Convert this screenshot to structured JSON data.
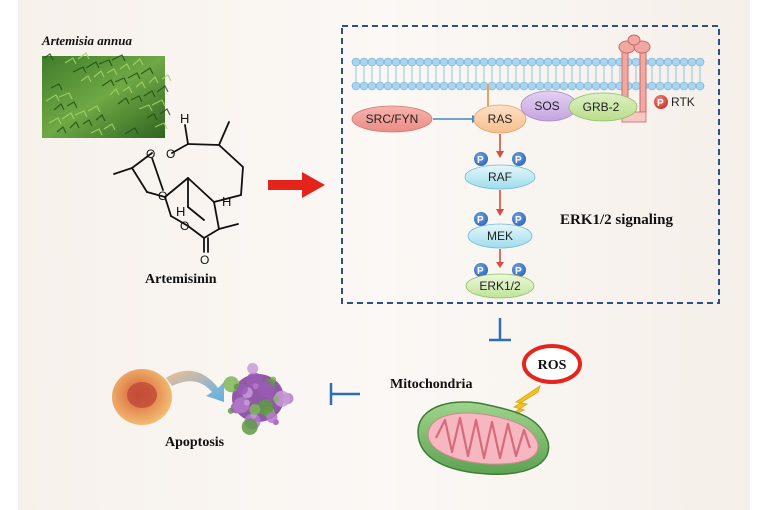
{
  "plant": {
    "name": "Artemisia annua"
  },
  "compound": {
    "name": "Artemisinin",
    "atom_labels": {
      "h_top": "H",
      "h_bottom_left": "H",
      "h_right": "H",
      "o_ring_left": "O",
      "o_ring_right": "O",
      "o_bridge": "O",
      "o_lower": "O",
      "o_carbonyl": "O"
    }
  },
  "pathway": {
    "title": "ERK1/2 signaling",
    "nodes": {
      "src_fyn": "SRC/FYN",
      "ras": "RAS",
      "sos": "SOS",
      "grb2": "GRB-2",
      "rtk": "RTK",
      "raf": "RAF",
      "mek": "MEK",
      "erk": "ERK1/2"
    },
    "phospho_label": "P"
  },
  "lower": {
    "ros": "ROS",
    "mitochondria": "Mitochondria",
    "apoptosis": "Apoptosis"
  },
  "colors": {
    "arrow_red": "#e4231b",
    "inhibit_blue": "#2f6db5",
    "box_dash": "#2f4f8a",
    "ros_ring": "#e3261d",
    "bolt": "#f4c21a",
    "membrane_bead": "#a9d4ef"
  }
}
